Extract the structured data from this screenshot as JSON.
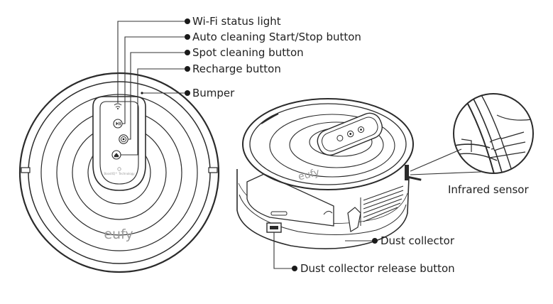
{
  "labels": {
    "wifi": "Wi-Fi status light",
    "auto": "Auto cleaning Start/Stop button",
    "spot": "Spot cleaning button",
    "recharge": "Recharge button",
    "bumper": "Bumper",
    "infrared": "Infrared sensor",
    "dust_collector": "Dust collector",
    "dust_release": "Dust collector release button"
  },
  "brand": {
    "logo_text": "eufy",
    "boost_text": "BoostIQ™ Technology"
  },
  "icons": {
    "wifi": "wifi-icon",
    "auto": "play-pause-icon",
    "spot": "spot-spiral-icon",
    "recharge": "home-dock-icon"
  }
}
